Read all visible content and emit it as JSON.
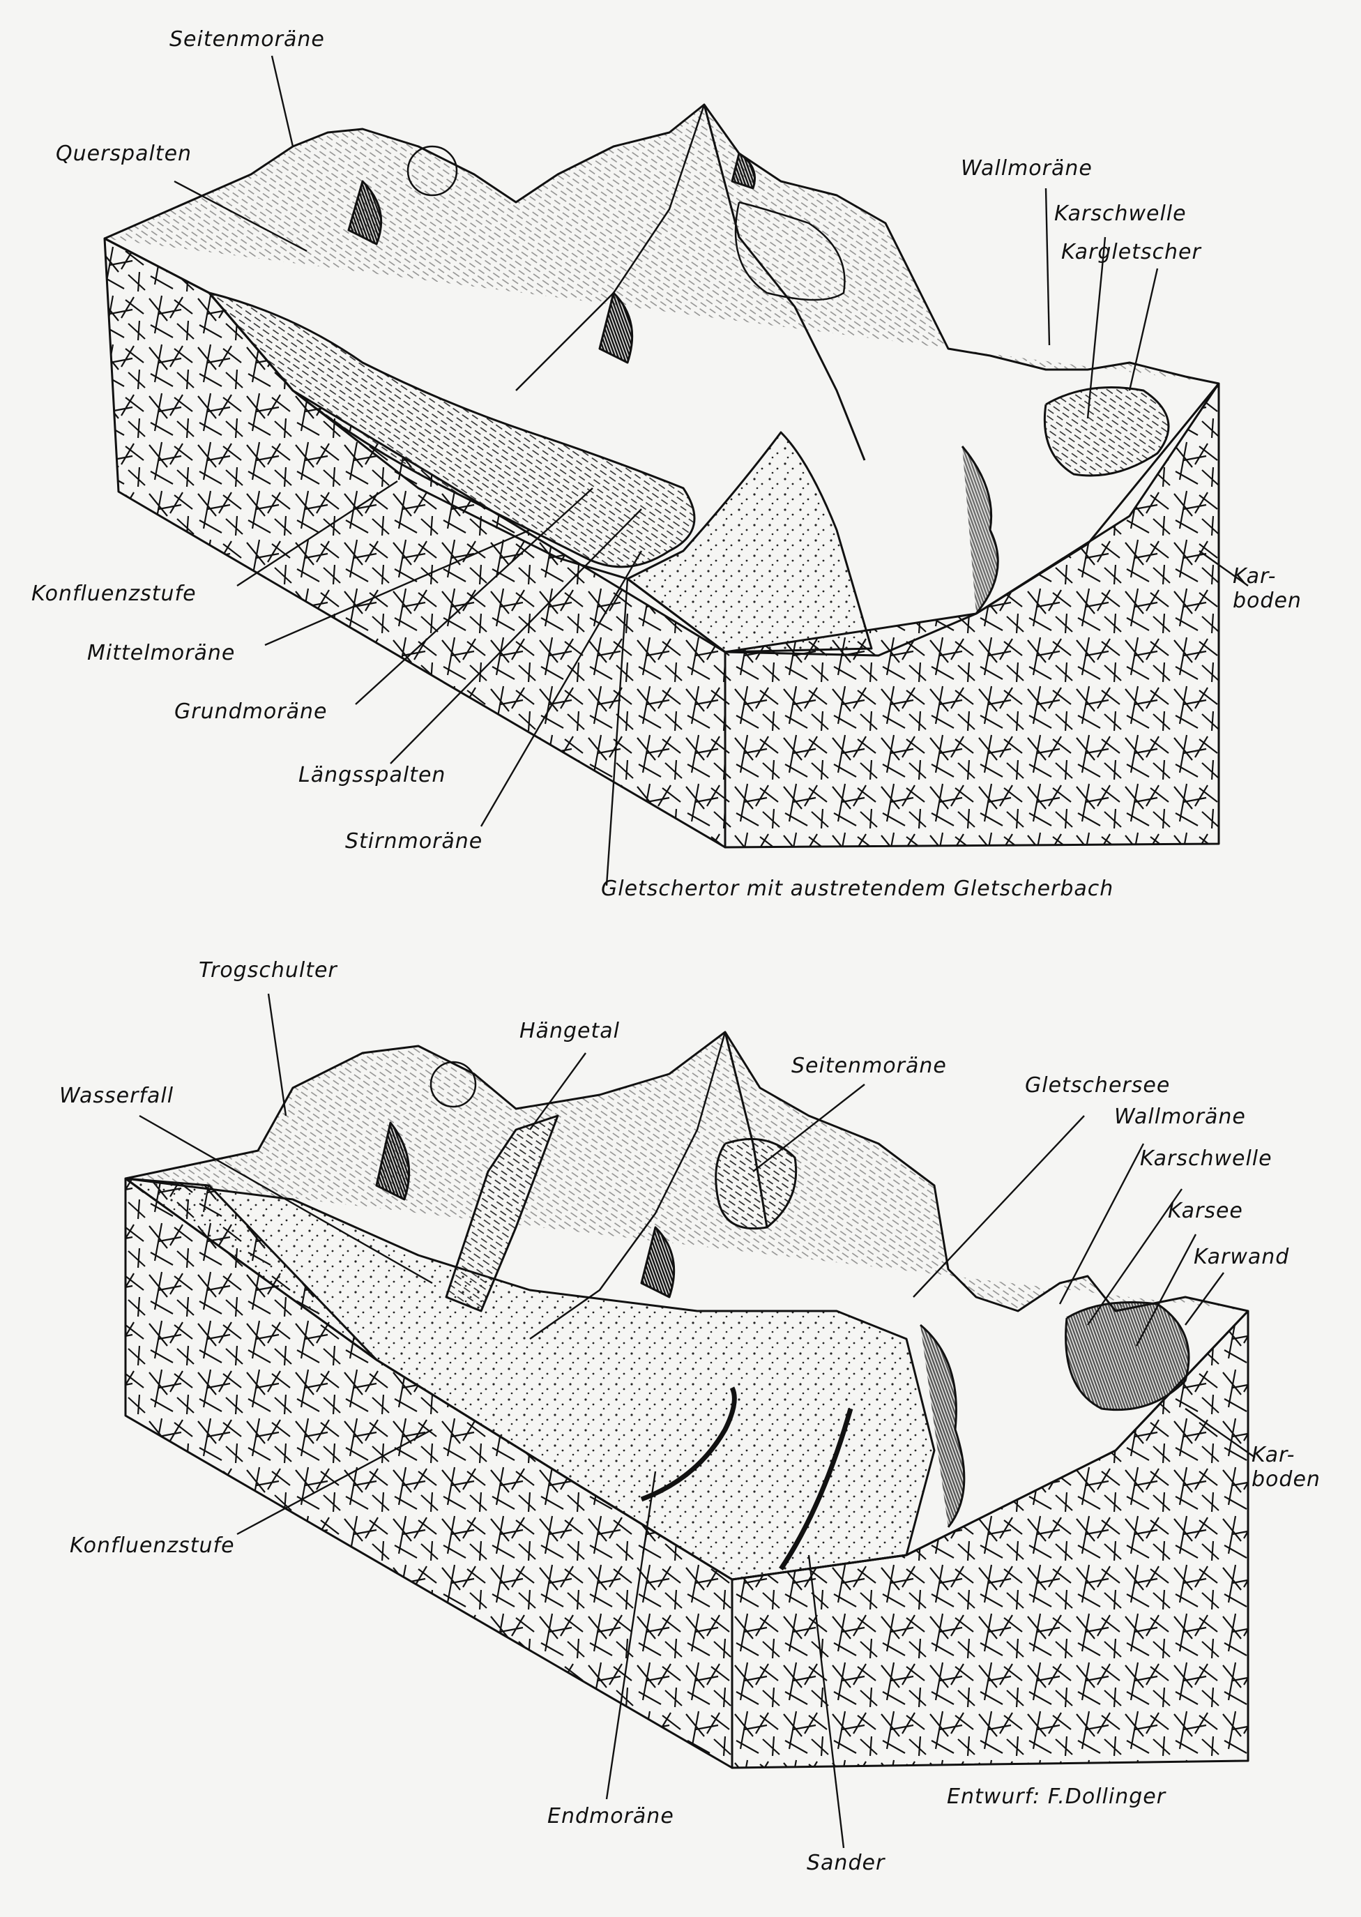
{
  "colors": {
    "ink": "#111111",
    "paper": "#f5f5f3"
  },
  "diagram_top": {
    "labels": {
      "seitenmoraene": "Seitenmoräne",
      "querspalten": "Querspalten",
      "wallmoraene": "Wallmoräne",
      "karschwelle": "Karschwelle",
      "kargletscher": "Kargletscher",
      "karboden": "Kar-\nboden",
      "konfluenzstufe": "Konfluenzstufe",
      "mittelmoraene": "Mittelmoräne",
      "grundmoraene": "Grundmoräne",
      "laengsspalten": "Längsspalten",
      "stirnmoraene": "Stirnmoräne",
      "gletschertor": "Gletschertor mit austretendem Gletscherbach"
    }
  },
  "diagram_bottom": {
    "labels": {
      "trogschulter": "Trogschulter",
      "haengetal": "Hängetal",
      "seitenmoraene": "Seitenmoräne",
      "gletschersee": "Gletschersee",
      "wasserfall": "Wasserfall",
      "wallmoraene": "Wallmoräne",
      "karschwelle": "Karschwelle",
      "karsee": "Karsee",
      "karwand": "Karwand",
      "karboden": "Kar-\nboden",
      "konfluenzstufe": "Konfluenzstufe",
      "endmoraene": "Endmoräne",
      "sander": "Sander",
      "credit": "Entwurf: F.Dollinger"
    }
  }
}
